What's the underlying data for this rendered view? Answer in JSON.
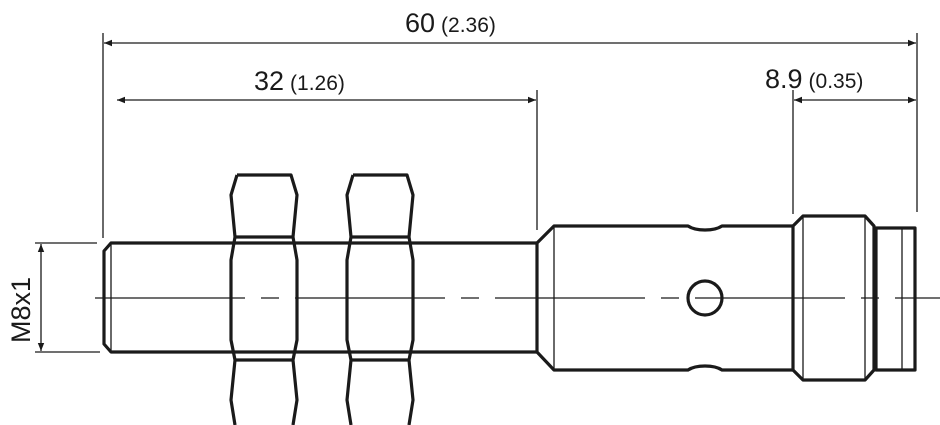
{
  "dimensions": {
    "overall": {
      "value": "60",
      "inch": "(2.36)"
    },
    "thread_length": {
      "value": "32",
      "inch": "(1.26)"
    },
    "connector": {
      "value": "8.9",
      "inch": "(0.35)"
    },
    "thread": {
      "label": "M8x1"
    }
  },
  "colors": {
    "line": "#1a1a1a",
    "background": "#ffffff"
  }
}
